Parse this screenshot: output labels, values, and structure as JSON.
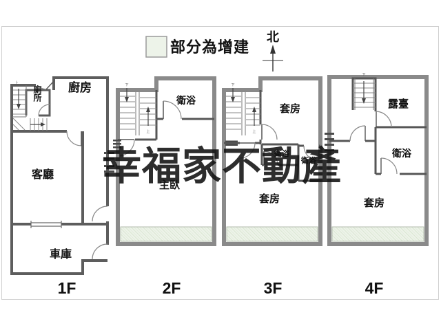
{
  "legend": {
    "label": "部分為增建",
    "swatch_fill": "#edf3e9",
    "swatch_border": "#9a9a9a"
  },
  "compass": {
    "north_label": "北"
  },
  "watermark": {
    "text": "幸福家不動產",
    "color": "#8b908b"
  },
  "stairs": {
    "up": "上",
    "down": "下"
  },
  "colors": {
    "outer_wall": "#8a8a8a",
    "inner_wall": "#565656",
    "wall_1f": "#5d5d5d",
    "annex_fill": "#edf3e9",
    "annex_hatch": "#d9e5d1",
    "window_bar": "#4a4a4a",
    "frame_border": "#cfcfcf"
  },
  "floors": [
    {
      "label": "1F",
      "rooms": [
        {
          "name": "廚房"
        },
        {
          "name": "廁所"
        },
        {
          "name": "客廳"
        },
        {
          "name": "車庫"
        }
      ]
    },
    {
      "label": "2F",
      "rooms": [
        {
          "name": "衛浴"
        },
        {
          "name": "主臥"
        }
      ]
    },
    {
      "label": "3F",
      "rooms": [
        {
          "name": "套房"
        },
        {
          "name": "衛浴"
        },
        {
          "name": "衛浴"
        },
        {
          "name": "套房"
        }
      ]
    },
    {
      "label": "4F",
      "rooms": [
        {
          "name": "露臺"
        },
        {
          "name": "衛浴"
        },
        {
          "name": "套房"
        }
      ]
    }
  ]
}
